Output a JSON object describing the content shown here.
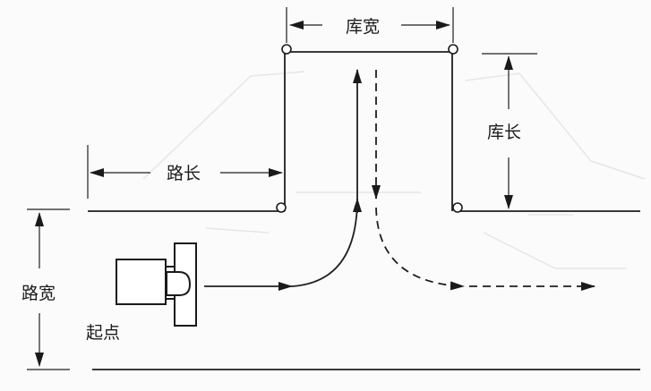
{
  "labels": {
    "garage_width": "库宽",
    "garage_length": "库长",
    "road_length": "路长",
    "road_width": "路宽",
    "start_point": "起点"
  },
  "colors": {
    "ink": "#1a1a1a",
    "background": "#fbfbfb"
  }
}
